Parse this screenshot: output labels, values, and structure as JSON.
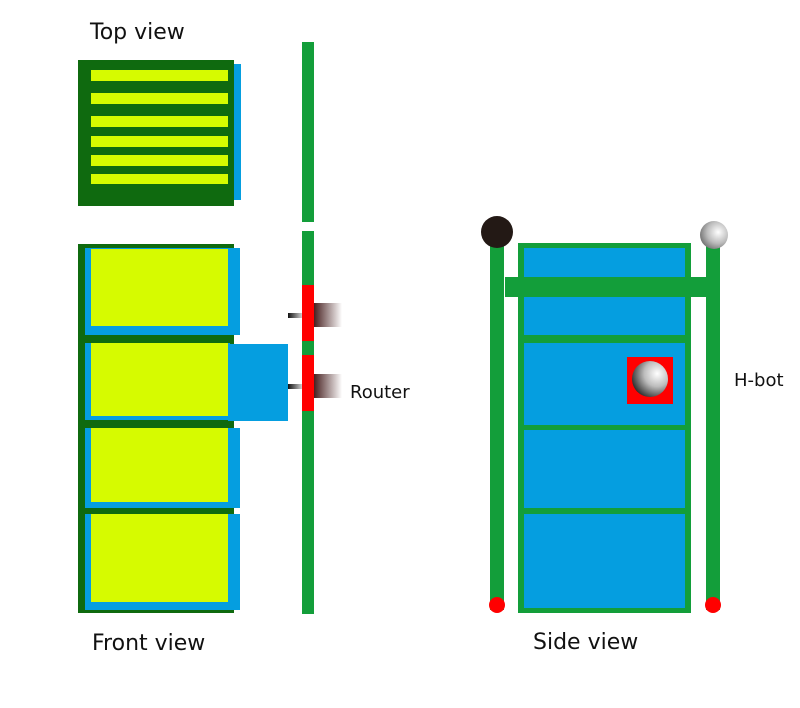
{
  "labels": {
    "top_view": "Top view",
    "front_view": "Front view",
    "side_view": "Side view",
    "router": "Router",
    "hbot": "H-bot"
  },
  "colors": {
    "frame_green": "#0f6a0f",
    "rail_green": "#139e3a",
    "panel_blue": "#059ee0",
    "tray_lime": "#d6fb00",
    "router_red": "#ff0000",
    "background": "#ffffff"
  }
}
